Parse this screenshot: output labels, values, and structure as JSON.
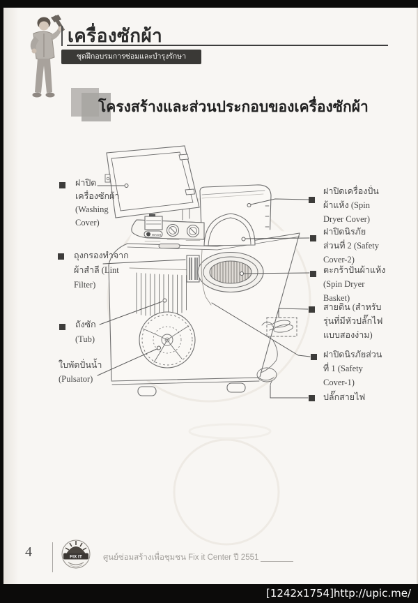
{
  "header": {
    "title": "เครื่องซักผ้า",
    "badge": "ชุดฝึกอบรมการซ่อมและบำรุงรักษา",
    "photo_icon": "technician-with-pipe-wrench-photo"
  },
  "section": {
    "title": "โครงสร้างและส่วนประกอบของเครื่องซักผ้า"
  },
  "diagram": {
    "subject": "twin-tub-washing-machine-line-drawing",
    "panel_button_label": "WASH",
    "labels_left": [
      {
        "lines": [
          "ฝาปิด",
          "เครื่องซักผ้า",
          "(Washing",
          "Cover)"
        ]
      },
      {
        "lines": [
          "ถุงกรองทำจาก",
          "ผ้าสำลี (Lint",
          "Filter)"
        ]
      },
      {
        "lines": [
          "ถังซัก",
          "(Tub)"
        ]
      },
      {
        "lines": [
          "ใบพัดปั่นน้ำ",
          "(Pulsator)"
        ]
      }
    ],
    "labels_right": [
      {
        "lines": [
          "ฝาปิดเครื่องปั่น",
          "ผ้าแห้ง (Spin",
          "Dryer Cover)"
        ]
      },
      {
        "lines": [
          "ฝาปิดนิรภัย",
          "ส่วนที่ 2 (Safety",
          "Cover-2)"
        ]
      },
      {
        "lines": [
          "ตะกร้าปั่นผ้าแห้ง",
          "(Spin Dryer",
          "Basket)"
        ]
      },
      {
        "lines": [
          "สายดิน (สำหรับ",
          "รุ่นที่มีหัวปลั๊กไฟ",
          "แบบสองง่าม)"
        ]
      },
      {
        "lines": [
          "ฝาปิดนิรภัยส่วน",
          "ที่ 1 (Safety",
          "Cover-1)"
        ]
      },
      {
        "lines": [
          "ปลั๊กสายไฟ"
        ]
      }
    ]
  },
  "footer": {
    "page_number": "4",
    "logo_text": "FIX IT",
    "caption": "ศูนย์ซ่อมสร้างเพื่อชุมชน Fix it Center ปี 2551"
  },
  "bottom_bar": {
    "text": "[1242x1754]http://upic.me/"
  },
  "colors": {
    "page_bg": "#f8f6f3",
    "frame_black": "#0c0b0a",
    "badge_bg": "#3a3936",
    "drawing_line": "#6e6e6e",
    "label_text": "#474747",
    "footer_text": "#a19e9a"
  }
}
